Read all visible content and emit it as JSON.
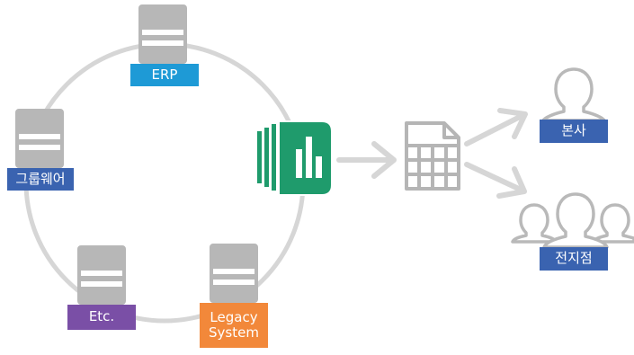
{
  "diagram": {
    "systems": [
      {
        "id": "erp",
        "label": "ERP",
        "color": "#1e9ad6"
      },
      {
        "id": "groupware",
        "label": "그룹웨어",
        "color": "#3a63b0"
      },
      {
        "id": "etc",
        "label": "Etc.",
        "color": "#7a4fa6"
      },
      {
        "id": "legacy",
        "label": "Legacy\nSystem",
        "color": "#f2883a"
      }
    ],
    "recipients": [
      {
        "id": "hq",
        "label": "본사",
        "color": "#3a63b0"
      },
      {
        "id": "branch",
        "label": "전지점",
        "color": "#3a63b0"
      }
    ],
    "colors": {
      "line": "#d3d3d3",
      "server": "#b7b7b7",
      "logo": "#1f9b6c",
      "document": "#b5b5b5",
      "person": "#b9b9b9"
    },
    "icons": {
      "server": "server-icon",
      "logo": "report-logo-icon",
      "document": "spreadsheet-document-icon",
      "person": "person-icon"
    }
  }
}
